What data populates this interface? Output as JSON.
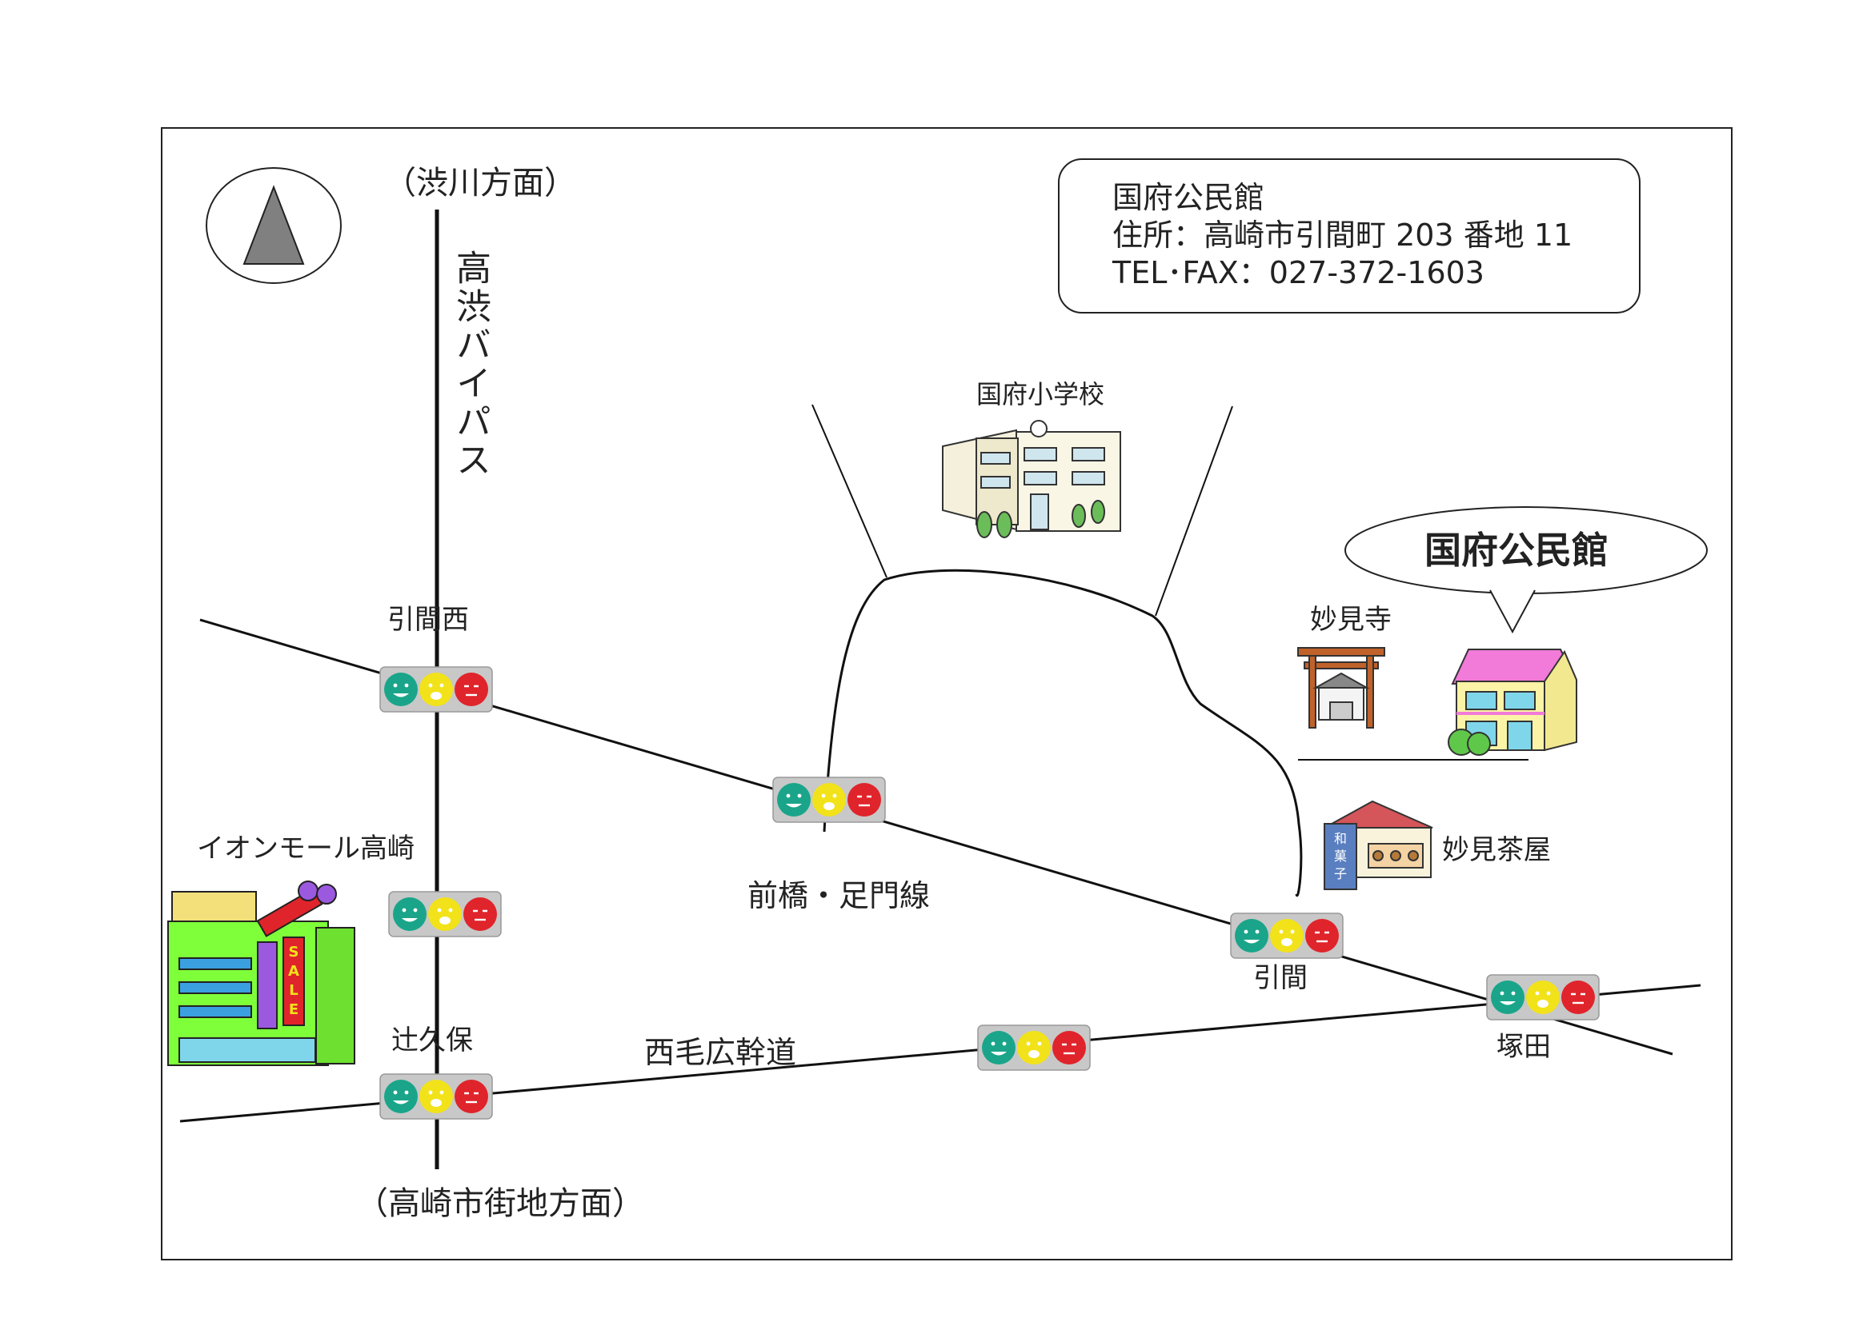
{
  "info_box": {
    "name": "国府公民館",
    "address": "住所：高崎市引間町 203 番地 11",
    "phone": "TEL･FAX：027-372-1603"
  },
  "callout_label": "国府公民館",
  "roads": {
    "bypass_name": "高渋バイパス",
    "north_direction": "（渋川方面）",
    "south_direction": "（高崎市街地方面）",
    "maebashi_line": "前橋・足門線",
    "nishimo_line": "西毛広幹道"
  },
  "intersections": {
    "hikima_nishi": "引間西",
    "hikima": "引間",
    "tsujikubo": "辻久保",
    "tsukada": "塚田"
  },
  "landmarks": {
    "school": "国府小学校",
    "temple": "妙見寺",
    "teahouse": "妙見茶屋",
    "mall": "イオンモール高崎",
    "wagashi_sign": [
      "和",
      "菓",
      "子"
    ],
    "sale_sign": [
      "S",
      "A",
      "L",
      "E"
    ]
  },
  "north_arrow_icon": "north-arrow-icon",
  "traffic_light_icon": "traffic-signal-icon",
  "colors": {
    "signal_green": "#1aa58a",
    "signal_yellow": "#f2e21a",
    "signal_red": "#e0242b",
    "signal_housing": "#c8c8c8",
    "house_roof": "#f27ad8",
    "mall_green": "#7fff3a",
    "mall_purple": "#9b59e0"
  }
}
